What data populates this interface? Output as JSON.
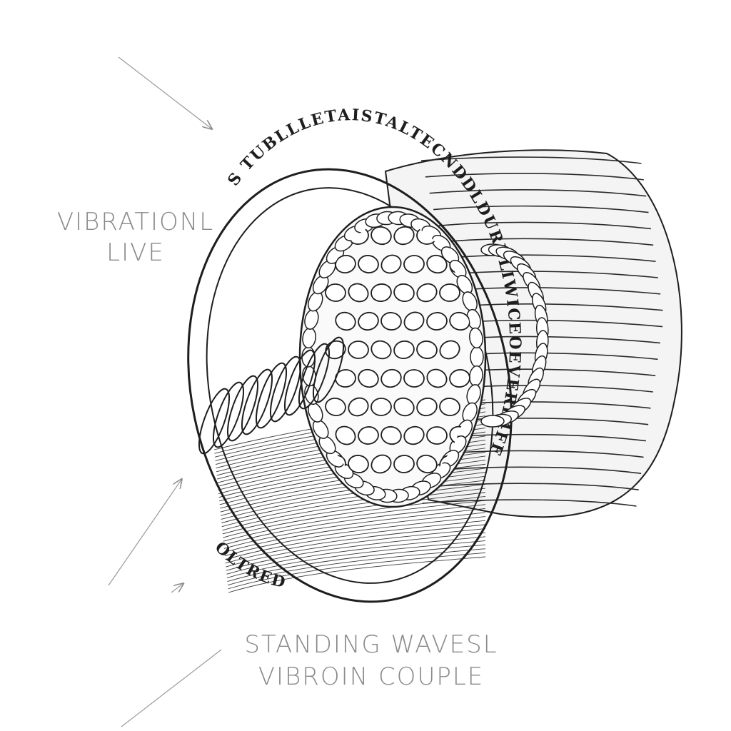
{
  "labels": {
    "top_line1": "VIBRATIONL",
    "top_line2": "LIVE",
    "bottom_line1": "STANDING WAVESL",
    "bottom_line2": "VIBROIN COUPLE"
  },
  "ring_text": {
    "upper": "S TUBLLLETAISTALTECNDDLDURDLIWICEOEVERF4FF",
    "lower": "OLTRED"
  },
  "colors": {
    "ink": "#1e1e1e",
    "label": "#8a8a8a",
    "arrow": "#9a9a9a",
    "background": "#ffffff"
  }
}
